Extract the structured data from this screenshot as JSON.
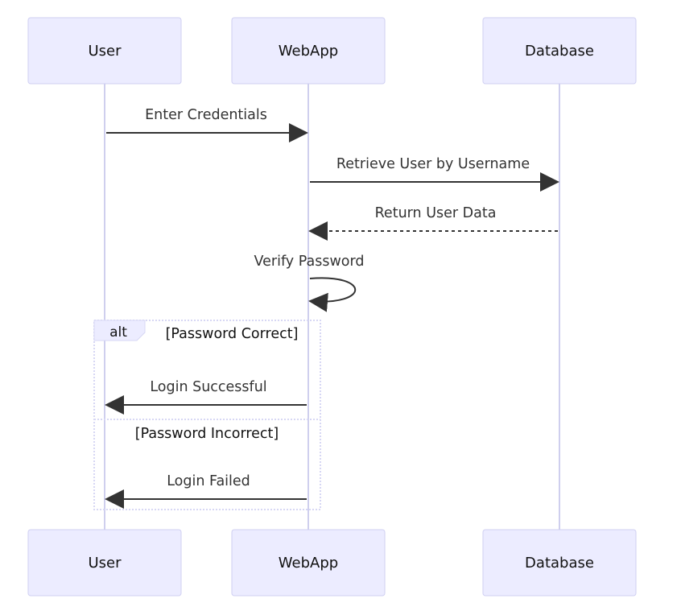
{
  "diagram": {
    "type": "sequence",
    "participants": [
      "User",
      "WebApp",
      "Database"
    ],
    "messages": [
      {
        "from": "User",
        "to": "WebApp",
        "label": "Enter Credentials",
        "style": "solid"
      },
      {
        "from": "WebApp",
        "to": "Database",
        "label": "Retrieve User by Username",
        "style": "solid"
      },
      {
        "from": "Database",
        "to": "WebApp",
        "label": "Return User Data",
        "style": "dashed"
      },
      {
        "from": "WebApp",
        "to": "WebApp",
        "label": "Verify Password",
        "style": "solid"
      },
      {
        "from": "WebApp",
        "to": "User",
        "label": "Login Successful",
        "style": "solid"
      },
      {
        "from": "WebApp",
        "to": "User",
        "label": "Login Failed",
        "style": "solid"
      }
    ],
    "alt_block": {
      "label": "alt",
      "conditions": [
        "[Password Correct]",
        "[Password Incorrect]"
      ]
    }
  },
  "colors": {
    "actor_fill": "#ececff",
    "actor_stroke": "#cfcff2",
    "lifeline": "#cfcfee",
    "message": "#333333",
    "frame": "#d7d7f4"
  }
}
